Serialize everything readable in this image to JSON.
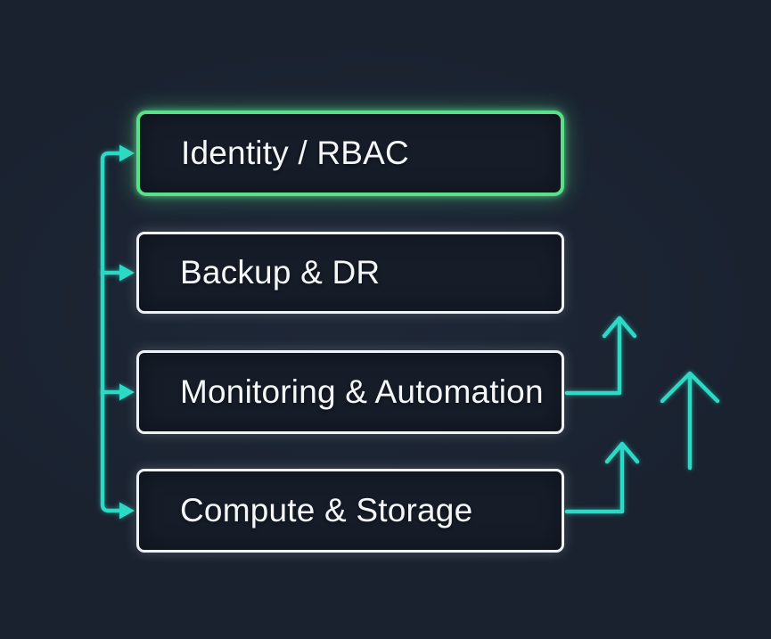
{
  "diagram": {
    "nodes": [
      {
        "label": "Identity / RBAC",
        "highlighted": true
      },
      {
        "label": "Backup & DR",
        "highlighted": false
      },
      {
        "label": "Monitoring & Automation",
        "highlighted": false
      },
      {
        "label": "Compute & Storage",
        "highlighted": false
      }
    ]
  },
  "colors": {
    "background": "#1A2230",
    "box_fill": "#161D29",
    "box_border": "#EEF2F5",
    "accent_green": "#5ADF8B",
    "accent_teal": "#2BD9C4",
    "text": "#F4F6F8"
  }
}
